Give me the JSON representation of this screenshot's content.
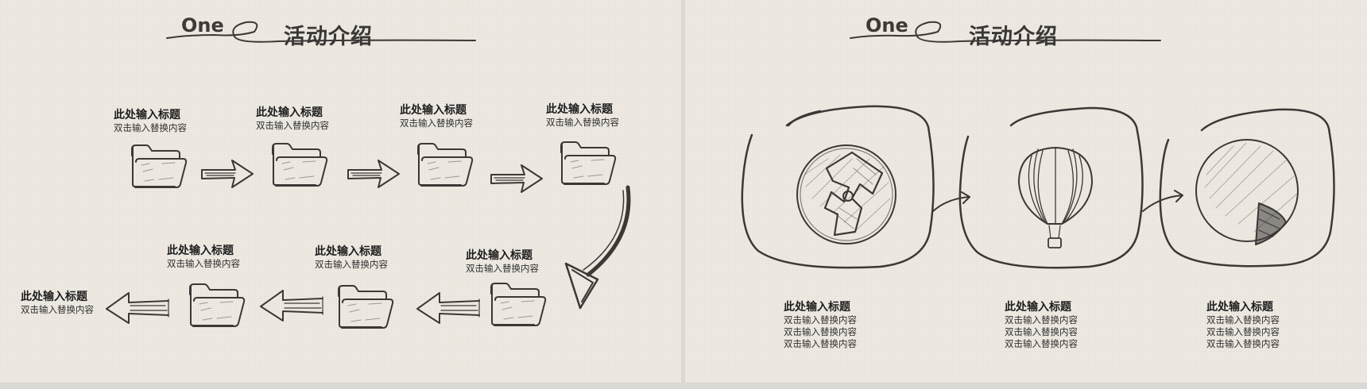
{
  "left_slide": {
    "header": {
      "number_word": "One",
      "title": "活动介绍"
    },
    "steps": [
      {
        "title": "此处输入标题",
        "subtitle": "双击输入替换内容"
      },
      {
        "title": "此处输入标题",
        "subtitle": "双击输入替换内容"
      },
      {
        "title": "此处输入标题",
        "subtitle": "双击输入替换内容"
      },
      {
        "title": "此处输入标题",
        "subtitle": "双击输入替换内容"
      },
      {
        "title": "此处输入标题",
        "subtitle": "双击输入替换内容"
      },
      {
        "title": "此处输入标题",
        "subtitle": "双击输入替换内容"
      },
      {
        "title": "此处输入标题",
        "subtitle": "双击输入替换内容"
      },
      {
        "title": "此处输入标题",
        "subtitle": "双击输入替换内容"
      }
    ]
  },
  "right_slide": {
    "header": {
      "number_word": "One",
      "title": "活动介绍"
    },
    "cards": [
      {
        "icon": "puzzle-icon",
        "title": "此处输入标题",
        "lines": [
          "双击输入替换内容",
          "双击输入替换内容",
          "双击输入替换内容"
        ]
      },
      {
        "icon": "hot-air-balloon-icon",
        "title": "此处输入标题",
        "lines": [
          "双击输入替换内容",
          "双击输入替换内容",
          "双击输入替换内容"
        ]
      },
      {
        "icon": "pie-chart-icon",
        "title": "此处输入标题",
        "lines": [
          "双击输入替换内容",
          "双击输入替换内容",
          "双击输入替换内容"
        ]
      }
    ]
  },
  "colors": {
    "background": "#efebe3",
    "ink": "#3b3836",
    "text": "#1d1d1d",
    "separator": "#d9d8d4"
  }
}
